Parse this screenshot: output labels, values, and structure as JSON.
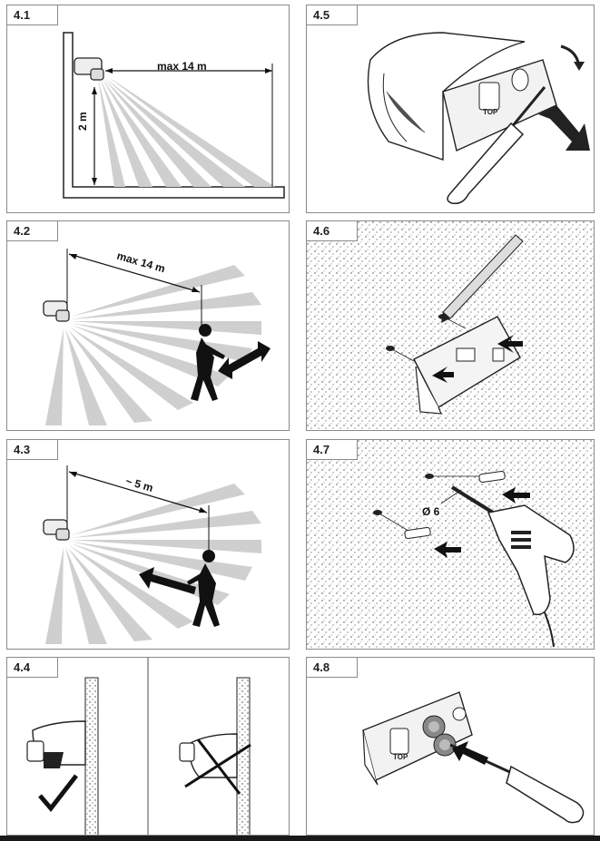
{
  "panels": [
    {
      "id": "4.1",
      "label": "4.1",
      "dimensions": [
        "max 14 m",
        "2 m"
      ]
    },
    {
      "id": "4.5",
      "label": "4.5",
      "marks": [
        "TOP"
      ]
    },
    {
      "id": "4.2",
      "label": "4.2",
      "dimensions": [
        "max 14 m"
      ]
    },
    {
      "id": "4.6",
      "label": "4.6"
    },
    {
      "id": "4.3",
      "label": "4.3",
      "dimensions": [
        "~ 5 m"
      ]
    },
    {
      "id": "4.7",
      "label": "4.7",
      "dimensions": [
        "Ø 6"
      ]
    },
    {
      "id": "4.4",
      "label": "4.4"
    },
    {
      "id": "4.8",
      "label": "4.8",
      "marks": [
        "TOP"
      ]
    }
  ],
  "icons": [
    "checkmark-icon",
    "cross-icon",
    "arrow-icon",
    "screwdriver-icon",
    "drill-icon",
    "pencil-icon"
  ]
}
